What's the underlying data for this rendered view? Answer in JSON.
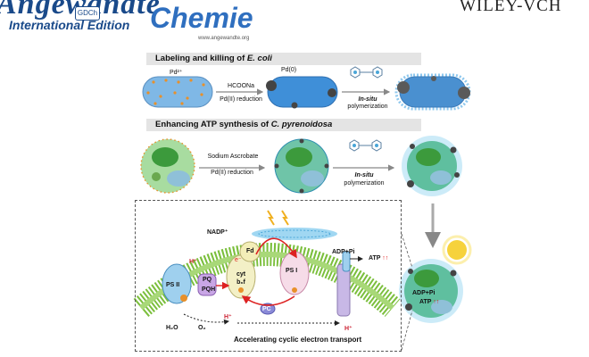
{
  "header": {
    "journal_word": "Angewandte",
    "gdch": "GDCh",
    "edition": "International Edition",
    "chemie": "Chemie",
    "website": "www.angewandte.org",
    "publisher": "WILEY-VCH"
  },
  "top_section": {
    "title_prefix": "Labeling and killing of ",
    "title_species": "E. coli",
    "pd2": "Pd²⁺",
    "pd0": "Pd(0)",
    "reagent": "HCOONa",
    "reduction": "Pd(II) reduction",
    "poly1": "In-situ",
    "poly2": "polymerization"
  },
  "middle_section": {
    "title_prefix": "Enhancing ATP synthesis of ",
    "title_species": "C. pyrenoidosa",
    "reagent": "Sodium Ascrobate",
    "reduction": "Pd(II) reduction",
    "poly1": "In-situ",
    "poly2": "polymerization"
  },
  "panel": {
    "nadp": "NADP⁺",
    "fd": "Fd",
    "e1": "e⁻",
    "h_plus": "H⁺",
    "pq": "PQ",
    "pqh": "PQH",
    "cyt1": "cyt",
    "cyt2": "b₆f",
    "psi": "PS I",
    "psii": "PS II",
    "pc": "PC",
    "h2o": "H₂O",
    "o2": "O₂",
    "adp_pi": "ADP+Pi",
    "atp": "ATP",
    "caption": "Accelerating cyclic electron transport"
  },
  "cell_side": {
    "adp_pi": "ADP+Pi",
    "atp": "ATP"
  }
}
